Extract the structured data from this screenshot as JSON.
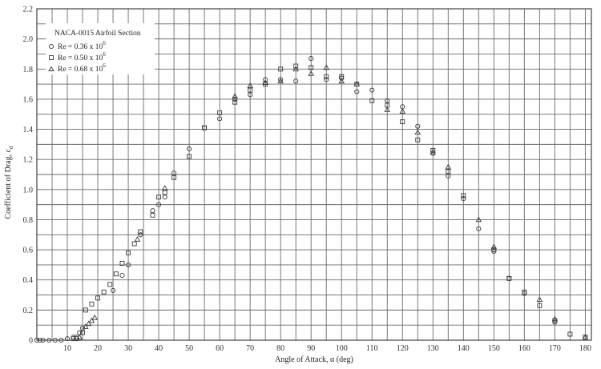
{
  "chart_data": {
    "type": "scatter",
    "title": "NACA-0015 Airfoil Section",
    "xlabel": "Angle of Attack, α (deg)",
    "ylabel": "Coefficient of Drag, c",
    "ylabel_sub": "d",
    "xlim": [
      0,
      182
    ],
    "ylim": [
      0,
      2.2
    ],
    "x_ticks": [
      10,
      20,
      30,
      40,
      50,
      60,
      70,
      80,
      90,
      100,
      110,
      120,
      130,
      140,
      150,
      160,
      170,
      180
    ],
    "y_ticks": [
      0,
      0.2,
      0.4,
      0.6,
      0.8,
      1.0,
      1.2,
      1.4,
      1.6,
      1.8,
      2.0,
      2.2
    ],
    "y_tick_labels": [
      "0",
      "0.2",
      "0.4",
      "0.6",
      "0.8",
      "1.0",
      "1.2",
      "1.4",
      "1.6",
      "1.8",
      "2.0",
      "2.2"
    ],
    "grid": true,
    "legend_position": "top-left",
    "series": [
      {
        "name": "Re = 0.36 x 10",
        "name_sup": "6",
        "marker": "circle",
        "points": [
          [
            0,
            0.0
          ],
          [
            1,
            0.0
          ],
          [
            2,
            0.0
          ],
          [
            4,
            0.0
          ],
          [
            6,
            0.0
          ],
          [
            8,
            0.0
          ],
          [
            10,
            0.01
          ],
          [
            12,
            0.02
          ],
          [
            13,
            0.02
          ],
          [
            14,
            0.05
          ],
          [
            15,
            0.08
          ],
          [
            25,
            0.33
          ],
          [
            28,
            0.43
          ],
          [
            30,
            0.5
          ],
          [
            34,
            0.7
          ],
          [
            38,
            0.86
          ],
          [
            40,
            0.9
          ],
          [
            42,
            0.95
          ],
          [
            45,
            1.11
          ],
          [
            50,
            1.27
          ],
          [
            55,
            1.41
          ],
          [
            60,
            1.47
          ],
          [
            65,
            1.6
          ],
          [
            70,
            1.63
          ],
          [
            75,
            1.73
          ],
          [
            80,
            1.73
          ],
          [
            85,
            1.72
          ],
          [
            90,
            1.87
          ],
          [
            95,
            1.73
          ],
          [
            100,
            1.74
          ],
          [
            105,
            1.65
          ],
          [
            110,
            1.66
          ],
          [
            115,
            1.59
          ],
          [
            120,
            1.55
          ],
          [
            125,
            1.42
          ],
          [
            130,
            1.24
          ],
          [
            135,
            1.09
          ],
          [
            140,
            0.94
          ],
          [
            145,
            0.74
          ],
          [
            150,
            0.59
          ],
          [
            155,
            0.41
          ],
          [
            160,
            0.31
          ],
          [
            170,
            0.12
          ]
        ]
      },
      {
        "name": "Re = 0.50 x 10",
        "name_sup": "6",
        "marker": "square",
        "points": [
          [
            12,
            0.01
          ],
          [
            13,
            0.01
          ],
          [
            15,
            0.05
          ],
          [
            16,
            0.2
          ],
          [
            18,
            0.24
          ],
          [
            20,
            0.28
          ],
          [
            22,
            0.32
          ],
          [
            24,
            0.37
          ],
          [
            26,
            0.44
          ],
          [
            28,
            0.51
          ],
          [
            30,
            0.58
          ],
          [
            32,
            0.64
          ],
          [
            34,
            0.72
          ],
          [
            38,
            0.83
          ],
          [
            40,
            0.95
          ],
          [
            42,
            0.98
          ],
          [
            45,
            1.08
          ],
          [
            50,
            1.22
          ],
          [
            55,
            1.41
          ],
          [
            60,
            1.51
          ],
          [
            65,
            1.58
          ],
          [
            70,
            1.66
          ],
          [
            75,
            1.7
          ],
          [
            80,
            1.8
          ],
          [
            85,
            1.82
          ],
          [
            90,
            1.81
          ],
          [
            95,
            1.75
          ],
          [
            100,
            1.75
          ],
          [
            105,
            1.7
          ],
          [
            110,
            1.59
          ],
          [
            115,
            1.56
          ],
          [
            120,
            1.45
          ],
          [
            125,
            1.33
          ],
          [
            130,
            1.26
          ],
          [
            135,
            1.12
          ],
          [
            140,
            0.96
          ],
          [
            150,
            0.6
          ],
          [
            155,
            0.41
          ],
          [
            160,
            0.32
          ],
          [
            165,
            0.23
          ],
          [
            170,
            0.13
          ],
          [
            175,
            0.04
          ],
          [
            180,
            0.02
          ]
        ]
      },
      {
        "name": "Re = 0.68 x 10",
        "name_sup": "6",
        "marker": "triangle",
        "points": [
          [
            14,
            0.02
          ],
          [
            16,
            0.09
          ],
          [
            17,
            0.11
          ],
          [
            18,
            0.13
          ],
          [
            19,
            0.15
          ],
          [
            33,
            0.67
          ],
          [
            42,
            1.01
          ],
          [
            65,
            1.62
          ],
          [
            70,
            1.69
          ],
          [
            75,
            1.71
          ],
          [
            80,
            1.72
          ],
          [
            85,
            1.8
          ],
          [
            90,
            1.77
          ],
          [
            95,
            1.81
          ],
          [
            100,
            1.72
          ],
          [
            105,
            1.7
          ],
          [
            115,
            1.53
          ],
          [
            120,
            1.52
          ],
          [
            125,
            1.38
          ],
          [
            130,
            1.25
          ],
          [
            135,
            1.15
          ],
          [
            145,
            0.8
          ],
          [
            150,
            0.62
          ],
          [
            165,
            0.27
          ],
          [
            170,
            0.14
          ],
          [
            180,
            0.02
          ]
        ]
      }
    ]
  }
}
